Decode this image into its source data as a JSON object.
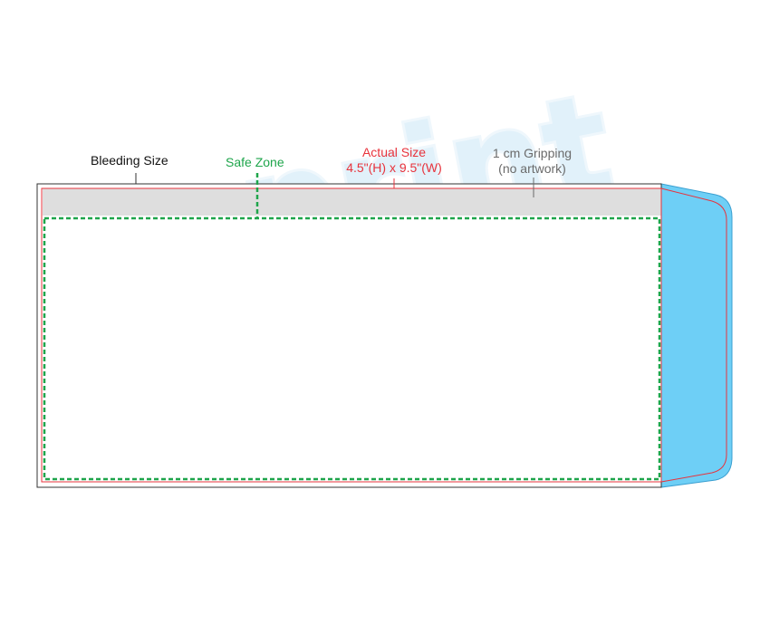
{
  "watermark": {
    "text": "e-print",
    "color": "#bfdff3"
  },
  "labels": {
    "bleeding_size": "Bleeding Size",
    "safe_zone": "Safe Zone",
    "actual_size": "Actual Size",
    "actual_size_dims": "4.5\"(H) x 9.5\"(W)",
    "gripping": "1 cm Gripping",
    "gripping_note": "(no artwork)"
  },
  "colors": {
    "bleed_line": "#333333",
    "actual_line": "#e8333c",
    "safe_line": "#1ea54b",
    "gripping_band": "#d9d9d9",
    "flap": "#6ecff6",
    "gripping_text": "#6b6b6b"
  }
}
